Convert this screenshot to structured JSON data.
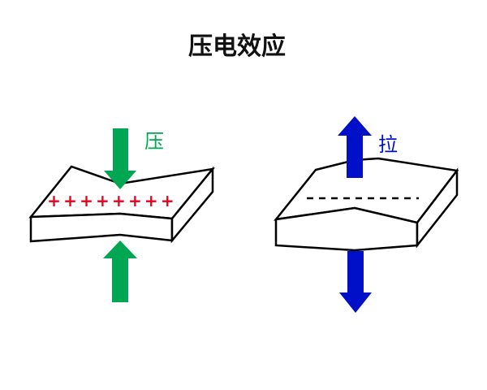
{
  "title": "压电效应",
  "compression": {
    "label": "压",
    "charges": "++++++++",
    "color": "#00a651",
    "charge_color": "#e8001c"
  },
  "tension": {
    "label": "拉",
    "charges": "--------",
    "color": "#0010c8",
    "charge_color": "#000000"
  }
}
